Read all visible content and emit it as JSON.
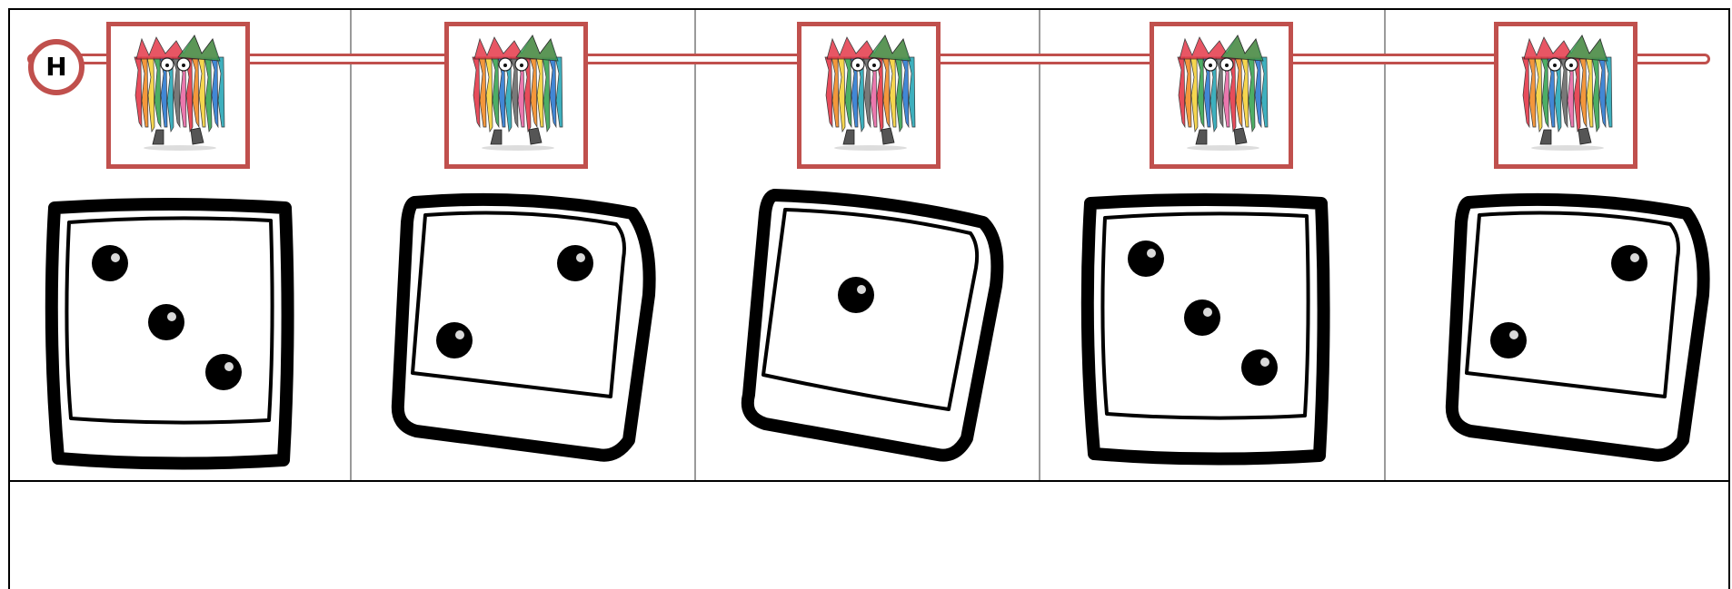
{
  "start_marker": {
    "label": "H"
  },
  "cells": [
    {
      "monster_icon": "color-monster-icon",
      "die_value": 3
    },
    {
      "monster_icon": "color-monster-icon",
      "die_value": 2
    },
    {
      "monster_icon": "color-monster-icon",
      "die_value": 1
    },
    {
      "monster_icon": "color-monster-icon",
      "die_value": 3
    },
    {
      "monster_icon": "color-monster-icon",
      "die_value": 2
    }
  ],
  "colors": {
    "border": "#c0504d",
    "divider": "#9a9a9a",
    "ink": "#000000"
  }
}
